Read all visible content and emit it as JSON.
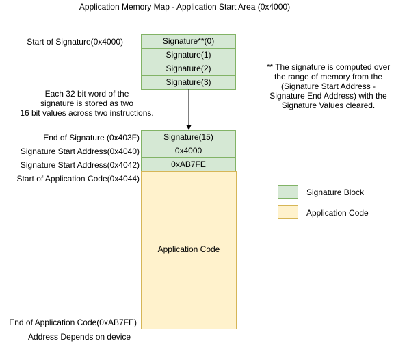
{
  "title": "Application Memory Map - Application Start Area  (0x4000)",
  "labels": {
    "start_signature": "Start of Signature(0x4000)",
    "end_signature": "End of Signature (0x403F)",
    "sig_start_addr_1": "Signature Start Address(0x4040)",
    "sig_start_addr_2": "Signature Start Address(0x4042)",
    "start_app": "Start of Application Code(0x4044)",
    "end_app": "End of Application Code(0xAB7FE)",
    "address_depends": "Address Depends on device"
  },
  "blocks": {
    "sig0": "Signature**(0)",
    "sig1": "Signature(1)",
    "sig2": "Signature(2)",
    "sig3": "Signature(3)",
    "sig15": "Signature(15)",
    "addr1": "0x4000",
    "addr2": "0xAB7FE",
    "app": "Application Code"
  },
  "notes": {
    "word_note": [
      "Each 32 bit word of the",
      "signature is stored as two",
      "16 bit values across two instructions."
    ],
    "sig_note": [
      "** The signature is computed over",
      "the range of memory from the",
      "(Signature Start Address -",
      "Signature End Address) with the",
      "Signature Values cleared."
    ]
  },
  "legend": {
    "signature_block": "Signature Block",
    "application_code": "Application Code"
  },
  "colors": {
    "signature_fill": "#d5e8d4",
    "signature_border": "#82b366",
    "app_fill": "#fff2cc",
    "app_border": "#d6b656"
  }
}
